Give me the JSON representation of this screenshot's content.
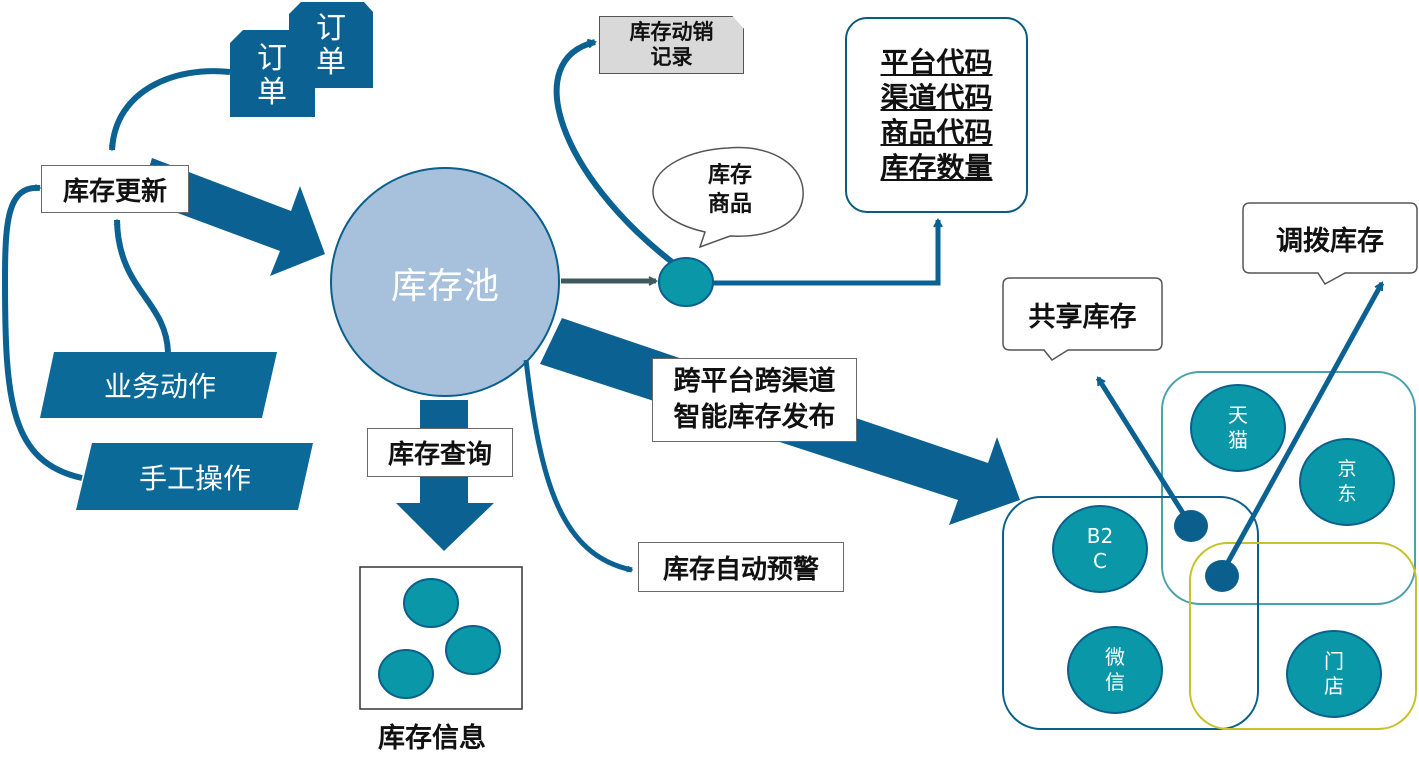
{
  "colors": {
    "arrow_blue": "#0b6191",
    "pool_fill": "#a7c1dc",
    "node_teal": "#0a98a8",
    "node_dark": "#0b5f8c",
    "para_blue": "#0c6a99",
    "gray_arrow": "#3e5a5f",
    "region_green": "#4aa2ad",
    "region_yellow": "#c5c22a"
  },
  "order_cards": [
    "订\n单",
    "订\n单"
  ],
  "inventory_update": "库存更新",
  "business_action": "业务动作",
  "manual_operation": "手工操作",
  "inventory_pool": "库存池",
  "movement_record": "库存动销\n记录",
  "inventory_goods_bubble": "库存\n商品",
  "codes_box": [
    "平台代码",
    "渠道代码",
    "商品代码",
    "库存数量"
  ],
  "inventory_query": "库存查询",
  "inventory_info": "库存信息",
  "auto_alert": "库存自动预警",
  "publish_label": "跨平台跨渠道\n智能库存发布",
  "shared_inventory": "共享库存",
  "transfer_inventory": "调拨库存",
  "channels": {
    "tmall": "天\n猫",
    "jd": "京\n东",
    "b2c": "B2\nC",
    "wechat": "微\n信",
    "store": "门\n店"
  }
}
